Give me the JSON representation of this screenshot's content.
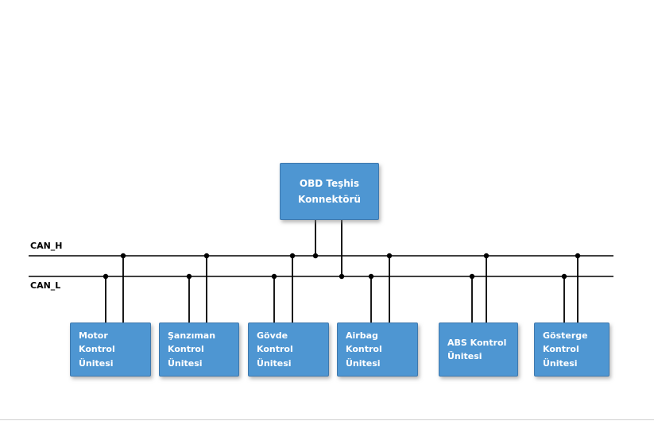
{
  "diagram": {
    "title_implicit": "CAN bus topology",
    "bus": {
      "can_h": "CAN_H",
      "can_l": "CAN_L"
    },
    "obd": {
      "label": "OBD Teşhis\nKonnektörü"
    },
    "nodes": [
      {
        "label": "Motor Kontrol\nÜnitesi"
      },
      {
        "label": "Şanzıman\nKontrol\nÜnitesi"
      },
      {
        "label": "Gövde\nKontrol\nÜnitesi"
      },
      {
        "label": "Airbag Kontrol\nÜnitesi"
      },
      {
        "label": "ABS Kontrol\nÜnitesi"
      },
      {
        "label": "Gösterge\nKontrol\nÜnitesi"
      }
    ],
    "colors": {
      "node_fill": "#4e96d2",
      "node_border": "#3e78ad",
      "wire": "#000000",
      "node_text": "#ffffff"
    }
  }
}
